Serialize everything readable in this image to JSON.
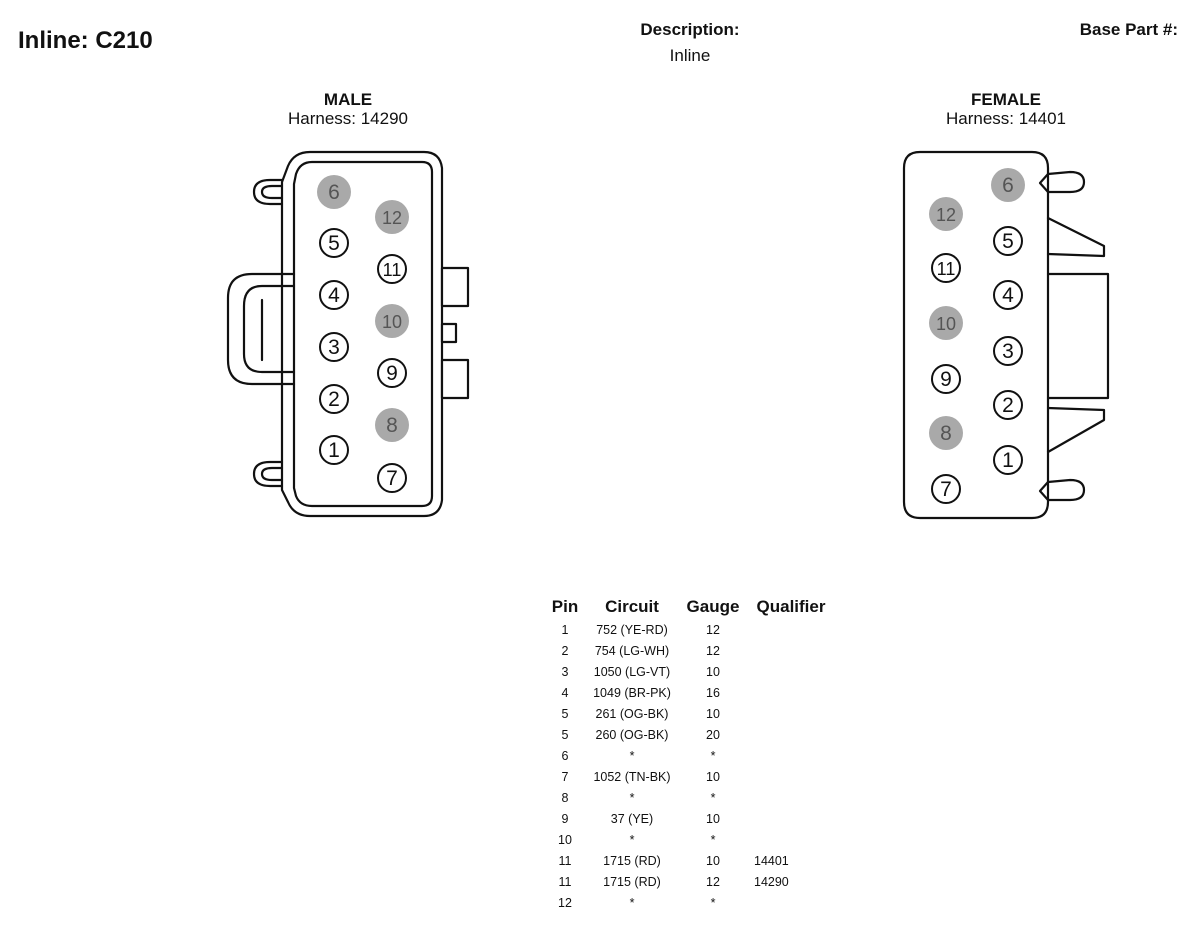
{
  "header": {
    "title": "Inline: C210",
    "description_label": "Description:",
    "description_value": "Inline",
    "base_part_label": "Base Part #:"
  },
  "male": {
    "title": "MALE",
    "harness": "Harness: 14290",
    "pins": [
      {
        "label": "6",
        "shaded": true
      },
      {
        "label": "12",
        "shaded": true
      },
      {
        "label": "5",
        "shaded": false
      },
      {
        "label": "11",
        "shaded": false
      },
      {
        "label": "4",
        "shaded": false
      },
      {
        "label": "10",
        "shaded": true
      },
      {
        "label": "3",
        "shaded": false
      },
      {
        "label": "9",
        "shaded": false
      },
      {
        "label": "2",
        "shaded": false
      },
      {
        "label": "8",
        "shaded": true
      },
      {
        "label": "1",
        "shaded": false
      },
      {
        "label": "7",
        "shaded": false
      }
    ]
  },
  "female": {
    "title": "FEMALE",
    "harness": "Harness: 14401",
    "pins": [
      {
        "label": "6",
        "shaded": true
      },
      {
        "label": "12",
        "shaded": true
      },
      {
        "label": "5",
        "shaded": false
      },
      {
        "label": "11",
        "shaded": false
      },
      {
        "label": "4",
        "shaded": false
      },
      {
        "label": "10",
        "shaded": true
      },
      {
        "label": "3",
        "shaded": false
      },
      {
        "label": "9",
        "shaded": false
      },
      {
        "label": "2",
        "shaded": false
      },
      {
        "label": "8",
        "shaded": true
      },
      {
        "label": "1",
        "shaded": false
      },
      {
        "label": "7",
        "shaded": false
      }
    ]
  },
  "colors": {
    "shaded_pin": "#a9a9a9",
    "outline": "#111111"
  },
  "table": {
    "headers": [
      "Pin",
      "Circuit",
      "Gauge",
      "Qualifier"
    ],
    "rows": [
      [
        "1",
        "752 (YE-RD)",
        "12",
        ""
      ],
      [
        "2",
        "754 (LG-WH)",
        "12",
        ""
      ],
      [
        "3",
        "1050 (LG-VT)",
        "10",
        ""
      ],
      [
        "4",
        "1049 (BR-PK)",
        "16",
        ""
      ],
      [
        "5",
        "261 (OG-BK)",
        "10",
        ""
      ],
      [
        "5",
        "260 (OG-BK)",
        "20",
        ""
      ],
      [
        "6",
        "*",
        "*",
        ""
      ],
      [
        "7",
        "1052 (TN-BK)",
        "10",
        ""
      ],
      [
        "8",
        "*",
        "*",
        ""
      ],
      [
        "9",
        "37 (YE)",
        "10",
        ""
      ],
      [
        "10",
        "*",
        "*",
        ""
      ],
      [
        "11",
        "1715 (RD)",
        "10",
        "14401"
      ],
      [
        "11",
        "1715 (RD)",
        "12",
        "14290"
      ],
      [
        "12",
        "*",
        "*",
        ""
      ]
    ]
  }
}
